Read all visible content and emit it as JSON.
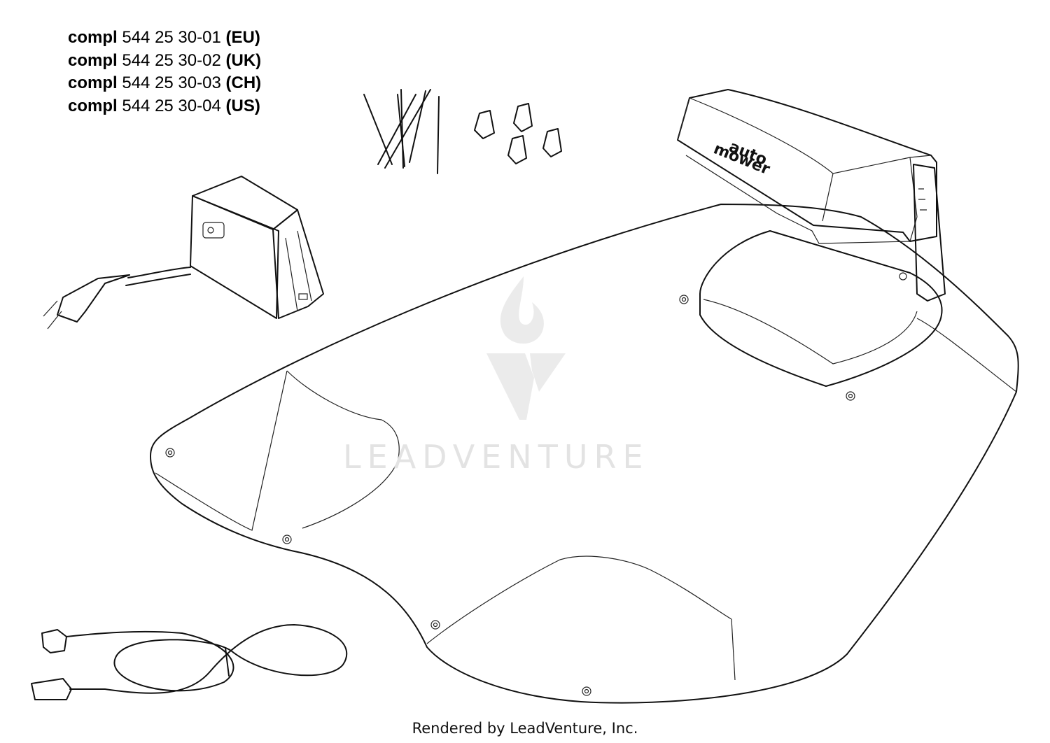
{
  "part_numbers": [
    {
      "prefix": "compl",
      "number": "544 25 30-01",
      "region": "(EU)"
    },
    {
      "prefix": "compl",
      "number": "544 25 30-02",
      "region": "(UK)"
    },
    {
      "prefix": "compl",
      "number": "544 25 30-03",
      "region": "(CH)"
    },
    {
      "prefix": "compl",
      "number": "544 25 30-04",
      "region": "(US)"
    }
  ],
  "station_logo": {
    "line1": "auto",
    "line2": "mower"
  },
  "watermark": {
    "text": "LEADVENTURE"
  },
  "footer": {
    "text": "Rendered by LeadVenture, Inc."
  }
}
